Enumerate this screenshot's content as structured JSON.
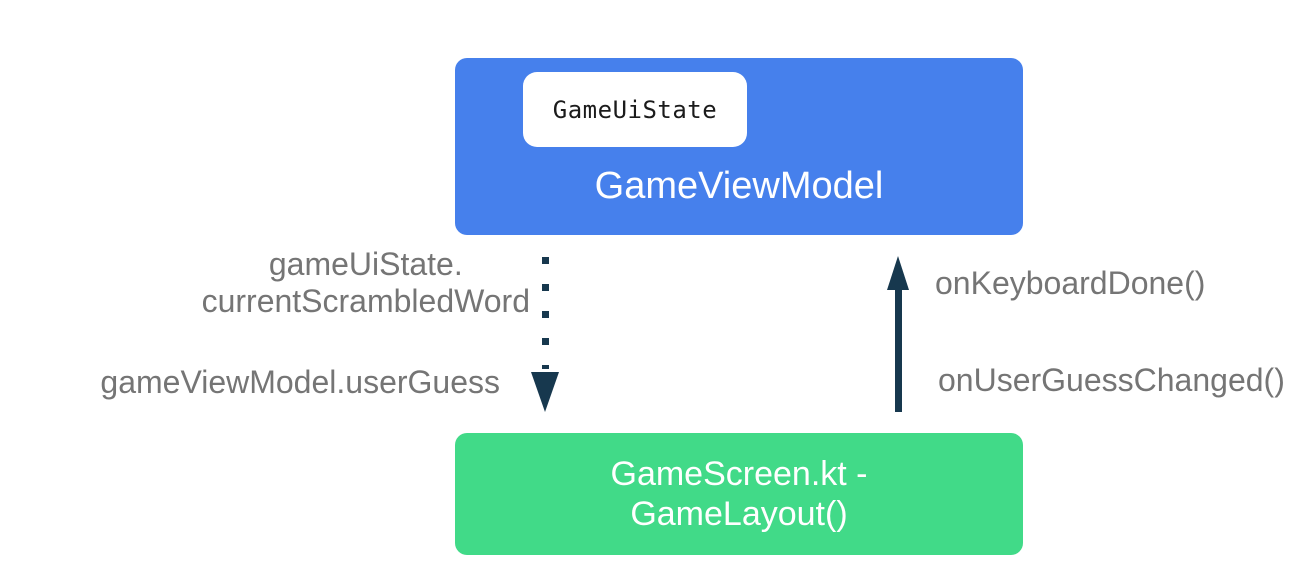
{
  "diagram": {
    "viewmodel": {
      "title": "GameViewModel",
      "chip": "GameUiState",
      "bg_color": "#4680EC"
    },
    "screen": {
      "line1": "GameScreen.kt -",
      "line2": "GameLayout()",
      "bg_color": "#41DA88"
    },
    "state_flow": {
      "line1": "gameUiState.",
      "line2": "currentScrambledWord",
      "guess": "gameViewModel.userGuess"
    },
    "events": {
      "keyboard_done": "onKeyboardDone()",
      "user_guess_changed": "onUserGuessChanged()"
    },
    "colors": {
      "arrow": "#17384E",
      "label_text": "#757575",
      "chip_text": "#1b1b1b"
    }
  }
}
